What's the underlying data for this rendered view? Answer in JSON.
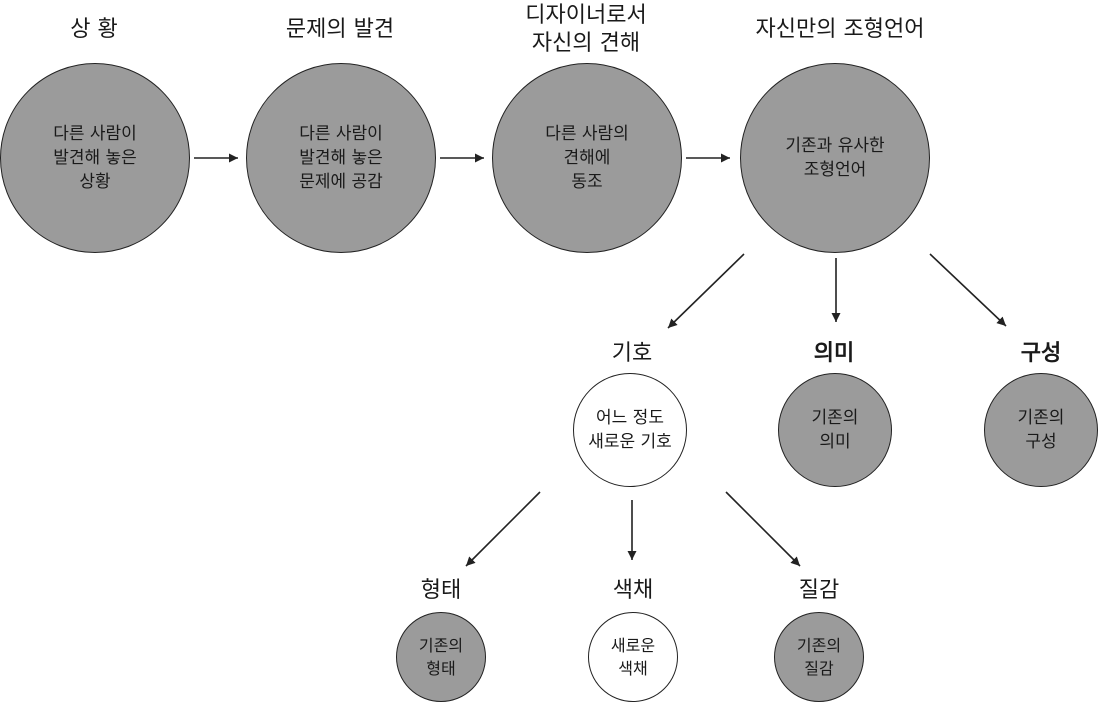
{
  "headings": {
    "situation": "상 황",
    "discovery": "문제의 발견",
    "view": "디자이너로서\n자신의 견해",
    "language": "자신만의 조형언어",
    "sign": "기호",
    "meaning": "의미",
    "composition": "구성",
    "form": "형태",
    "color": "색채",
    "texture": "질감"
  },
  "nodes": {
    "situation": "다른 사람이\n발견해 놓은\n상황",
    "discovery": "다른 사람이\n발견해 놓은\n문제에 공감",
    "view": "다른 사람의\n견해에\n동조",
    "language": "기존과 유사한\n조형언어",
    "sign": "어느 정도\n새로운 기호",
    "meaning": "기존의\n의미",
    "composition": "기존의\n구성",
    "form": "기존의\n형태",
    "color": "새로운\n색채",
    "texture": "기존의\n질감"
  },
  "colors": {
    "node_fill": "#9b9b9b",
    "node_empty": "#ffffff",
    "line": "#222222"
  }
}
